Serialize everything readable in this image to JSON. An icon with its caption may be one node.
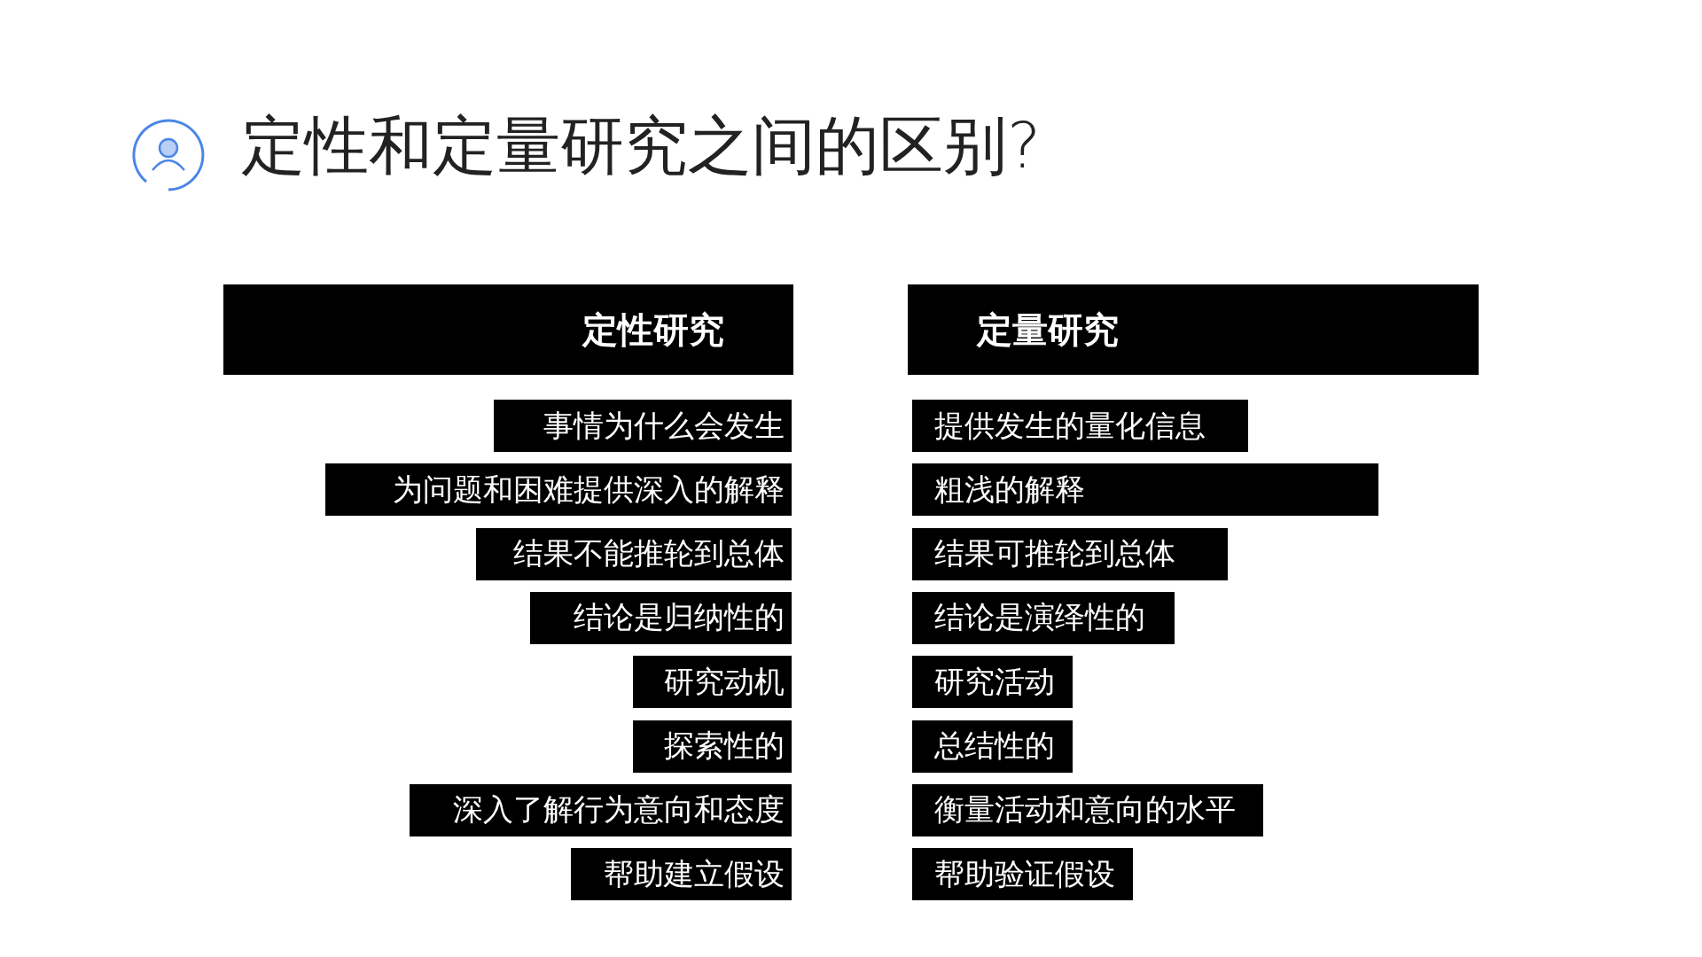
{
  "diagram": {
    "title": "定性和定量研究之间的区别?",
    "nodes": [
      {
        "text": [
          "定性研究"
        ]
      },
      {
        "text": [
          "定量研究"
        ]
      },
      {
        "text": [
          "事情为什么会发生"
        ]
      },
      {
        "text": [
          "提供发生的量化信息"
        ]
      },
      {
        "text": [
          "为问题和困难提供深入的解释"
        ]
      },
      {
        "text": [
          "粗浅的解释"
        ]
      },
      {
        "text": [
          "结果不能推轮到总体"
        ]
      },
      {
        "text": [
          "结果可推轮到总体"
        ]
      },
      {
        "text": [
          "结论是归纳性的"
        ]
      },
      {
        "text": [
          "结论是演绎性的"
        ]
      },
      {
        "text": [
          "研究动机"
        ]
      },
      {
        "text": [
          "研究活动"
        ]
      },
      {
        "text": [
          "探索性的"
        ]
      },
      {
        "text": [
          "总结性的"
        ]
      },
      {
        "text": [
          "深入了解行为意向和态度"
        ]
      },
      {
        "text": [
          "衡量活动和意向的水平"
        ]
      },
      {
        "text": [
          "帮助建立假设"
        ]
      },
      {
        "text": [
          "帮助验证假设"
        ]
      }
    ]
  }
}
